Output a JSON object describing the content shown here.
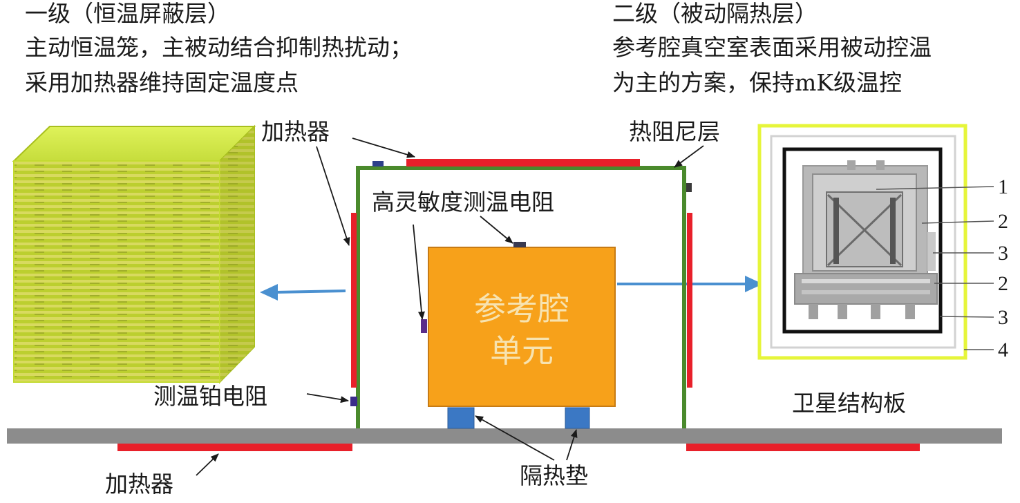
{
  "level1": {
    "title": "一级（恒温屏蔽层）",
    "line1": "主动恒温笼，主被动结合抑制热扰动；",
    "line2": "采用加热器维持固定温度点"
  },
  "level2": {
    "title": "二级（被动隔热层）",
    "line1": "参考腔真空室表面采用被动控温",
    "line2": "为主的方案，保持mK级温控"
  },
  "labels": {
    "heater_top": "加热器",
    "damping_layer": "热阻尼层",
    "sensor_high": "高灵敏度测温电阻",
    "cavity_line1": "参考腔",
    "cavity_line2": "单元",
    "platinum_sensor": "测温铂电阻",
    "satellite_plate": "卫星结构板",
    "heater_bottom": "加热器",
    "insulation_pad": "隔热垫"
  },
  "numbers": [
    "1",
    "2",
    "3",
    "2",
    "3",
    "4"
  ],
  "colors": {
    "heater": "#e8202a",
    "enclosure": "#4a8a2c",
    "cavity": "#f7a11a",
    "pad": "#3b78c4",
    "arrow": "#4a90d0",
    "plate": "#8c8c8c",
    "cube": "#c8e83a",
    "frame": "#e6f53a"
  }
}
